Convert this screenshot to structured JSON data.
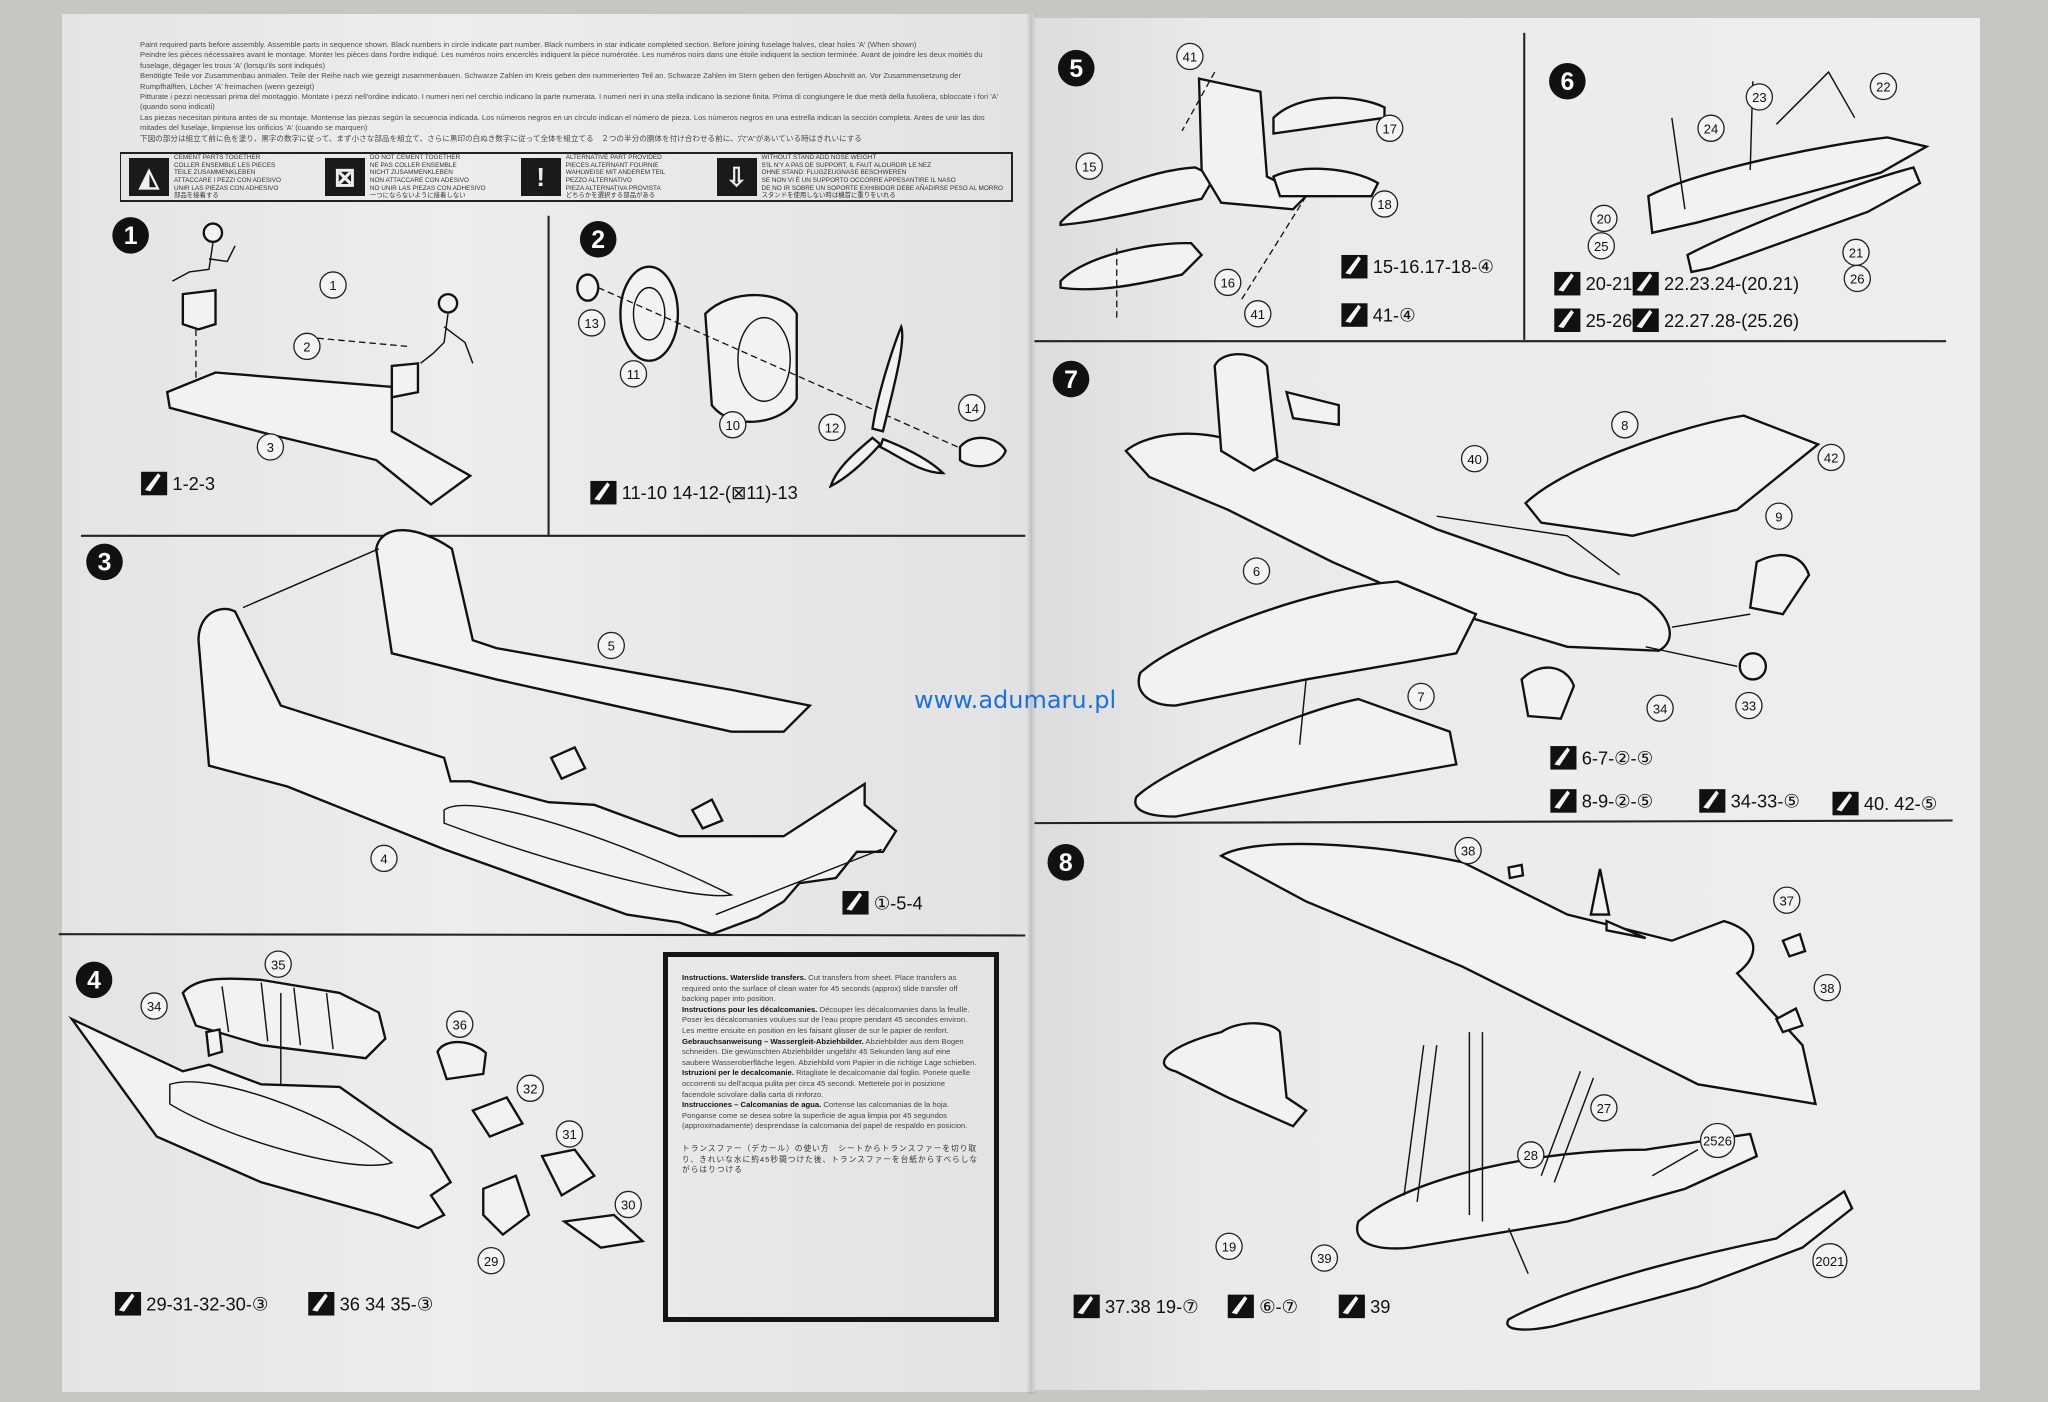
{
  "header": {
    "paragraphs": [
      "Paint required parts before assembly. Assemble parts in sequence shown. Black numbers in circle indicate part number. Black numbers in star indicate completed section. Before joining fuselage halves, clear holes 'A' (When shown)",
      "Peindre les pièces nécessaires avant le montage. Monter les pièces dans l'ordre indiqué. Les numéros noirs encerclés indiquent la pièce numérotée. Les numéros noirs dans une étoile indiquent la section terminée. Avant de joindre les deux moitiés du fuselage, dégager les trous 'A' (lorsqu'ils sont indiqués)",
      "Benötigte Teile vor Zusammenbau anmalen. Teile der Reihe nach wie gezeigt zusammenbauen. Schwarze Zahlen im Kreis geben den nummerierten Teil an. Schwarze Zahlen im Stern geben den fertigen Abschnitt an. Vor Zusammensetzung der Rumpfhälften, Löcher 'A' freimachen (wenn gezeigt)",
      "Pitturate i pezzi necessari prima del montaggio. Montate i pezzi nell'ordine indicato. I numeri neri nel cerchio indicano la parte numerata. I numeri neri in una stella indicano la sezione finita. Prima di congiungere le due metà della fusoliera, sbloccate i fori 'A' (quando sono indicati)",
      "Las piezas necesitan pintura antes de su montaje. Montense las piezas según la secuencia indicada. Los números negros en un círculo indican el número de pieza. Los números negros en una estrella indican la sección completa. Antes de unir las dos mitades del fuselaje, limpiense los orificios 'A' (cuando se marquen)",
      "下図の部分は組立て前に色を塗り、黒字の数字に従って、まず小さな部品を組立て、さらに黒印の白ぬき数字に従って全体を組立てる　２つの半分の胴体を付け合わせる前に、穴\"A\"があいている時はきれいにする"
    ]
  },
  "legend": {
    "items": [
      {
        "icon": "cement-icon",
        "lines": [
          "Cement parts together",
          "Coller ensemble les pieces",
          "Teile zusammenkleben",
          "Attaccare i pezzi con adesivo",
          "Unir las piezas con adhesivo",
          "部品を接着する"
        ]
      },
      {
        "icon": "do-not-cement-icon",
        "lines": [
          "Do not cement together",
          "Ne pas coller ensemble",
          "Nicht zusammenkleben",
          "Non attaccare con adesivo",
          "No unir las piezas con adhesivo",
          "一つにならないように接着しない"
        ]
      },
      {
        "icon": "alternative-part-icon",
        "lines": [
          "Alternative part provided",
          "Pieces alternant fournie",
          "Wahlweise mit anderem Teil",
          "Pezzo alternativo",
          "Pieza alternativa provista",
          "どちらかを選択する部品がある"
        ]
      },
      {
        "icon": "nose-weight-icon",
        "lines": [
          "Without stand add nose weight",
          "S'il n'y a pas de support, il faut alourdir le nez",
          "Ohne Stand: Flugzeugnase beschweren",
          "Se non vi è un supporto occorre appesantire il naso",
          "De no ir sobre un soporte exhibidor debe añadirse peso al morro",
          "スタンドを使用しない時は機首に重りをいれる"
        ]
      }
    ]
  },
  "steps": [
    {
      "number": "1",
      "callouts": [
        "1",
        "2",
        "3"
      ],
      "instructions": [
        "1-2-3"
      ]
    },
    {
      "number": "2",
      "callouts": [
        "13",
        "11",
        "10",
        "12",
        "14"
      ],
      "instructions": [
        "11-10 14-12-(⊠11)-13"
      ]
    },
    {
      "number": "3",
      "callouts": [
        "5",
        "4"
      ],
      "instructions": [
        "①-5-4"
      ]
    },
    {
      "number": "4",
      "callouts": [
        "35",
        "34",
        "36",
        "32",
        "31",
        "30",
        "29"
      ],
      "instructions": [
        "29-31-32-30-③",
        "36 34 35-③"
      ]
    },
    {
      "number": "5",
      "callouts": [
        "41",
        "17",
        "15",
        "18",
        "16",
        "41"
      ],
      "instructions": [
        "15-16.17-18-④",
        "41-④"
      ]
    },
    {
      "number": "6",
      "callouts": [
        "23",
        "22",
        "24",
        "20",
        "25",
        "21",
        "26"
      ],
      "instructions": [
        "20-21.",
        "22.23.24-(20.21)",
        "25-26",
        "22.27.28-(25.26)"
      ]
    },
    {
      "number": "7",
      "callouts": [
        "8",
        "42",
        "40",
        "9",
        "6",
        "7",
        "34",
        "33"
      ],
      "instructions": [
        "6-7-②-⑤",
        "8-9-②-⑤",
        "34-33-⑤",
        "40. 42-⑤"
      ]
    },
    {
      "number": "8",
      "callouts": [
        "38",
        "37",
        "38",
        "27",
        "28",
        "2526",
        "19",
        "39",
        "2021"
      ],
      "instructions": [
        "37.38 19-⑦",
        "⑥-⑦",
        "39"
      ]
    }
  ],
  "decals": {
    "paragraphs": [
      {
        "title": "Instructions. Waterslide transfers.",
        "body": " Cut transfers from sheet. Place transfers as required onto the surface of clean water for 45 seconds (approx) slide transfer off backing paper into position."
      },
      {
        "title": "Instructions pour les décalcomanies.",
        "body": " Découper les décalcomanies dans la feuille. Poser les décalcomanies voulues sur de l'eau propre pendant 45 secondes environ. Les mettre ensuite en position en les faisant glisser de sur le papier de renfort."
      },
      {
        "title": "Gebrauchsanweisung – Wassergleit-Abziehbilder.",
        "body": " Abziehbilder aus dem Bogen schneiden. Die gewünschten Abziehbilder ungefähr 45 Sekunden lang auf eine saubere Wasseroberfläche legen. Abziehbild vom Papier in die richtige Lage schieben."
      },
      {
        "title": "Istruzioni per le decalcomanie.",
        "body": " Ritagliate le decalcomanie dal foglio. Ponete quelle occorrenti su dell'acqua pulita per circa 45 secondi. Mettetele poi in posizione facendole scivolare dalla carta di rinforzo."
      },
      {
        "title": "Instrucciones – Calcomanias de agua.",
        "body": " Cortense las calcomanias de la hoja. Ponganse come se desea sobre la superficie de agua limpia por 45 segundos (approximadamente) desprendase la calcomania del papel de respaldo en posicion."
      }
    ],
    "japanese": "トランスファー（デカール）の使い方　シートからトランスファーを切り取り、きれいな水に約45秒間つけた後、トランスファーを台紙からすべらしながらはりつける"
  },
  "watermark": "www.adumaru.pl"
}
